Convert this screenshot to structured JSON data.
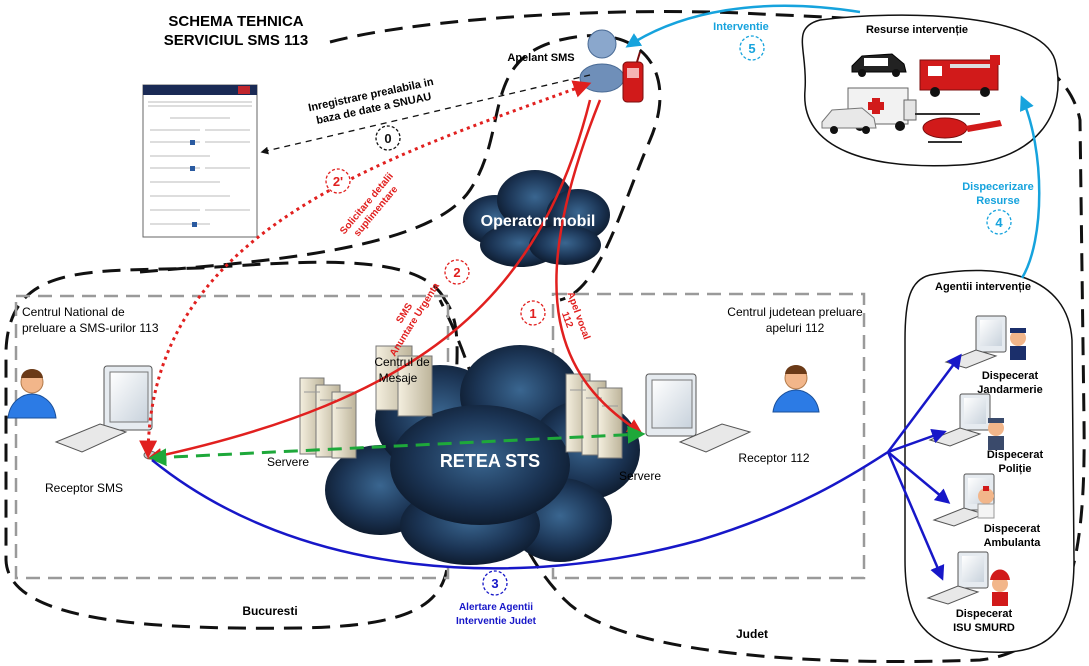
{
  "title": {
    "line1": "SCHEMA TEHNICA",
    "line2": "SERVICIUL SMS 113"
  },
  "caller": {
    "label": "Apelant SMS"
  },
  "resources": {
    "label": "Resurse intervenție"
  },
  "operator": {
    "label": "Operator mobil"
  },
  "network": {
    "label": "RETEA STS"
  },
  "centre_national": {
    "line1": "Centrul National de",
    "line2": "preluare a SMS-urilor 113"
  },
  "centre_judetean": {
    "line1": "Centrul judetean preluare",
    "line2": "apeluri  112"
  },
  "message_centre": {
    "line1": "Centrul de",
    "line2": "Mesaje"
  },
  "servers_left": "Servere",
  "servers_right": "Servere",
  "receptor_sms": "Receptor SMS",
  "receptor_112": "Receptor 112",
  "agencies": {
    "title": "Agentii intervenție",
    "items": [
      {
        "line1": "Dispecerat",
        "line2": "Jandarmerie"
      },
      {
        "line1": "Dispecerat",
        "line2": "Poliție"
      },
      {
        "line1": "Dispecerat",
        "line2": "Ambulanta"
      },
      {
        "line1": "Dispecerat",
        "line2": "ISU SMURD"
      }
    ]
  },
  "regions": {
    "bucuresti": "Bucuresti",
    "judet": "Judet"
  },
  "steps": {
    "s0": {
      "num": "0",
      "line1": "Inregistrare prealabila in",
      "line2": "baza de date a SNUAU"
    },
    "s1": {
      "num": "1",
      "line1": "Apel vocal",
      "line2": "112"
    },
    "s2": {
      "num": "2",
      "line1": "SMS",
      "line2": "Anuntare Urgenta"
    },
    "s2p": {
      "num": "2'",
      "line1": "Solicitare detalii",
      "line2": "suplimentare"
    },
    "s3": {
      "num": "3",
      "line1": "Alertare Agentii",
      "line2": "Interventie Judet"
    },
    "s4": {
      "num": "4",
      "line1": "Dispecerizare",
      "line2": "Resurse"
    },
    "s5": {
      "num": "5",
      "line1": "Interventie"
    }
  },
  "colors": {
    "red": "#e1201f",
    "blue": "#1717c8",
    "cyan": "#16a3dd",
    "green": "#1ea83a",
    "cloud": "#162a44"
  }
}
